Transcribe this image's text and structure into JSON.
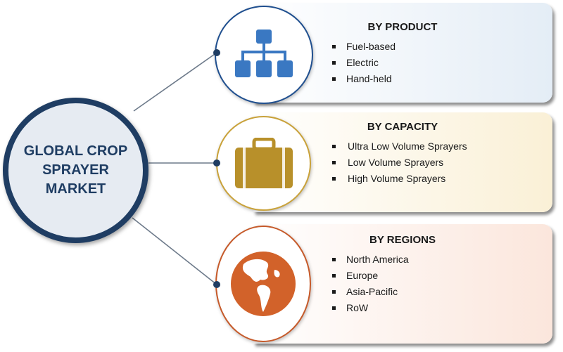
{
  "hub": {
    "title": "GLOBAL CROP\nSPRAYER\nMARKET"
  },
  "segments": [
    {
      "title": "BY PRODUCT",
      "icon": "hierarchy-icon",
      "items": [
        "Fuel-based",
        "Electric",
        "Hand-held"
      ]
    },
    {
      "title": "BY CAPACITY",
      "icon": "suitcase-icon",
      "items": [
        "Ultra Low Volume Sprayers",
        "Low Volume Sprayers",
        "High Volume Sprayers"
      ]
    },
    {
      "title": "BY REGIONS",
      "icon": "globe-icon",
      "items": [
        "North America",
        "Europe",
        "Asia-Pacific",
        "RoW"
      ]
    }
  ],
  "colors": {
    "hub_border": "#1f3d63",
    "product_icon": "#3a78c2",
    "capacity_icon": "#b8902a",
    "regions_icon": "#d2622a"
  }
}
